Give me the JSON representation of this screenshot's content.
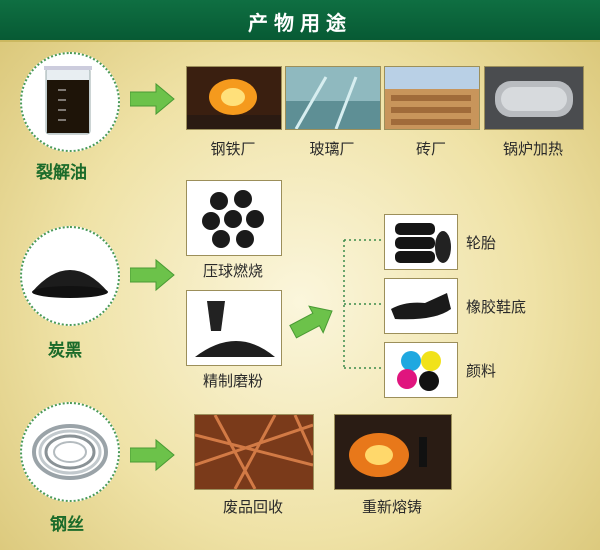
{
  "header": {
    "title": "产物用途"
  },
  "categories": {
    "oil": {
      "label": "裂解油"
    },
    "carbon": {
      "label": "炭黑"
    },
    "steel": {
      "label": "钢丝"
    }
  },
  "oil_uses": [
    {
      "label": "钢铁厂"
    },
    {
      "label": "玻璃厂"
    },
    {
      "label": "砖厂"
    },
    {
      "label": "锅炉加热"
    }
  ],
  "carbon_uses": [
    {
      "label": "压球燃烧"
    },
    {
      "label": "精制磨粉"
    }
  ],
  "powder_uses": [
    {
      "label": "轮胎"
    },
    {
      "label": "橡胶鞋底"
    },
    {
      "label": "颜料"
    }
  ],
  "steel_uses": [
    {
      "label": "废品回收"
    },
    {
      "label": "重新熔铸"
    }
  ],
  "colors": {
    "header": "#0d6a3f",
    "category_text": "#1b6b2a",
    "arrow": "#6cc24a"
  }
}
